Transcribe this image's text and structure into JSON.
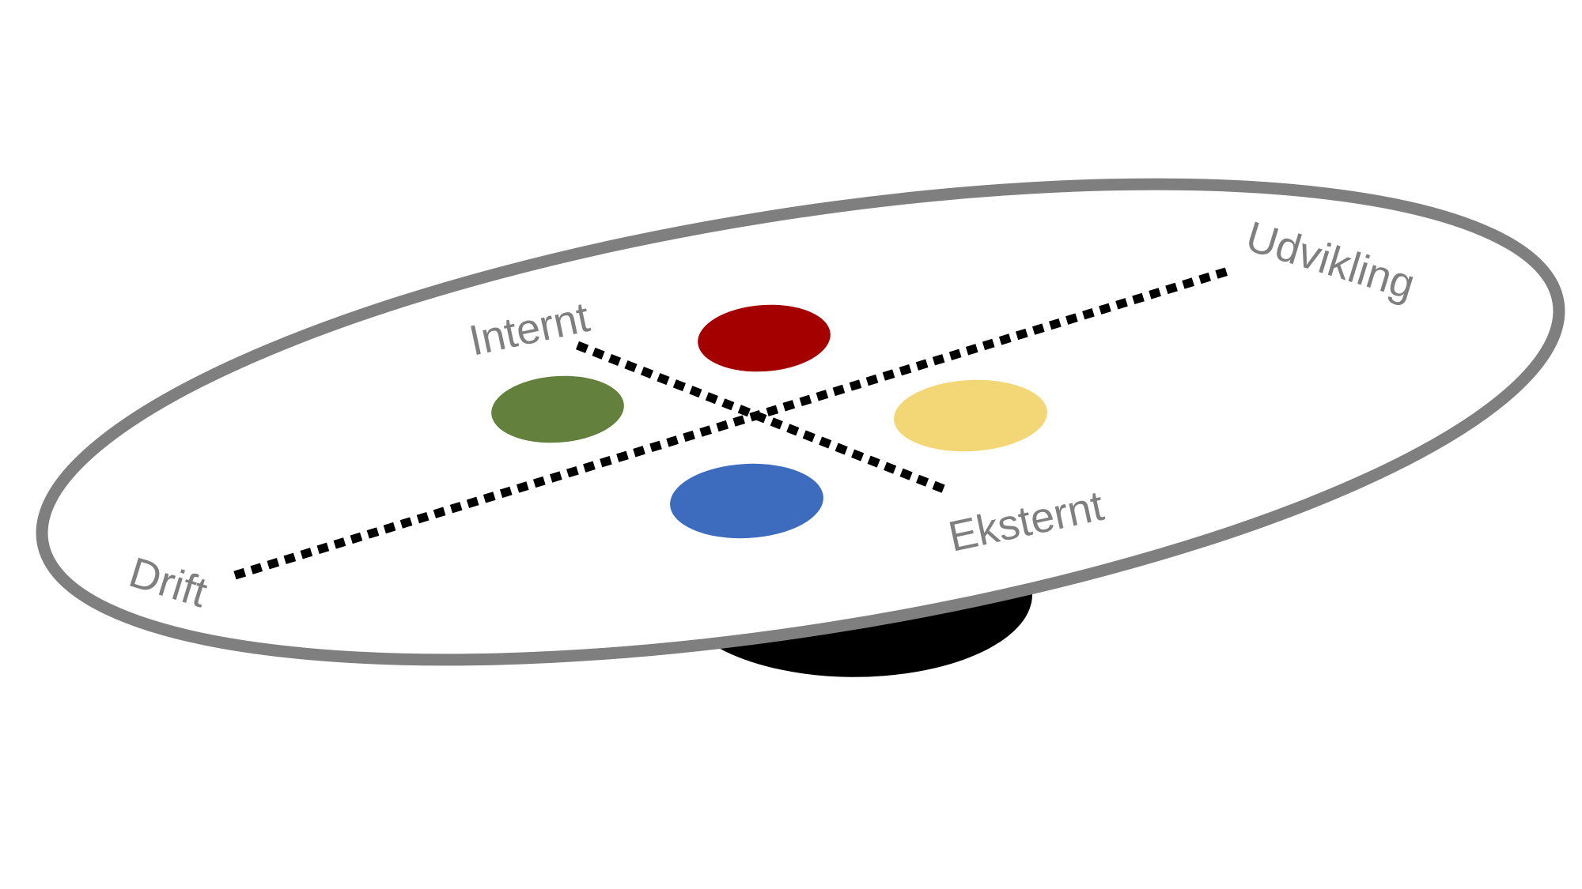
{
  "diagram": {
    "labels": {
      "develop": "Udvikling",
      "operate": "Drift",
      "internal": "Internt",
      "external": "Eksternt"
    },
    "colors": {
      "board_outline": "#7f7f7f",
      "board_fill": "#ffffff",
      "base": "#000000",
      "axis_line": "#000000",
      "label_text": "#7f7f7f",
      "dot_red": "#a50000",
      "dot_green": "#63803c",
      "dot_yellow": "#f3d675",
      "dot_blue": "#3d6cbf"
    }
  }
}
